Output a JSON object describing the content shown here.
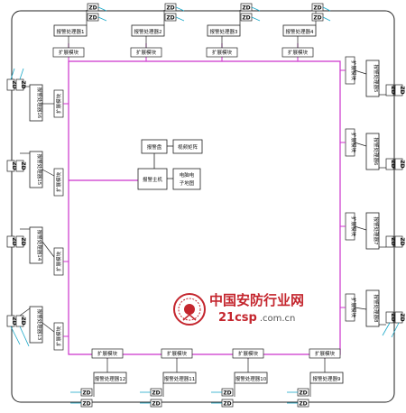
{
  "center": {
    "host": "报警主机",
    "alarm_panel": "报警盘",
    "video_matrix": "视频矩阵",
    "e_map": [
      "电脑电",
      "子地图"
    ]
  },
  "extension_label": "扩展模块",
  "zone_label": "ZD",
  "processors": {
    "p1": "报警处理器1",
    "p2": "报警处理器2",
    "p3": "报警处理器3",
    "p4": "报警处理器4",
    "p5": "报警处理器5",
    "p6": "报警处理器6",
    "p7": "报警处理器7",
    "p8": "报警处理器8",
    "p9": "报警处理器9",
    "p10": "报警处理器10",
    "p11": "报警处理器11",
    "p12": "报警处理器12",
    "p13": "报警处理器13",
    "p14": "报警处理器14",
    "p15": "报警处理器15",
    "p16": "报警处理器16"
  },
  "watermark": {
    "name": "中国安防行业网",
    "url_brand": "21csp",
    "url_rest": ".com.cn"
  },
  "colors": {
    "bus": "#cc33cc",
    "zone_line": "#1aa8c8",
    "line": "#222222",
    "brand": "#c4262e"
  }
}
